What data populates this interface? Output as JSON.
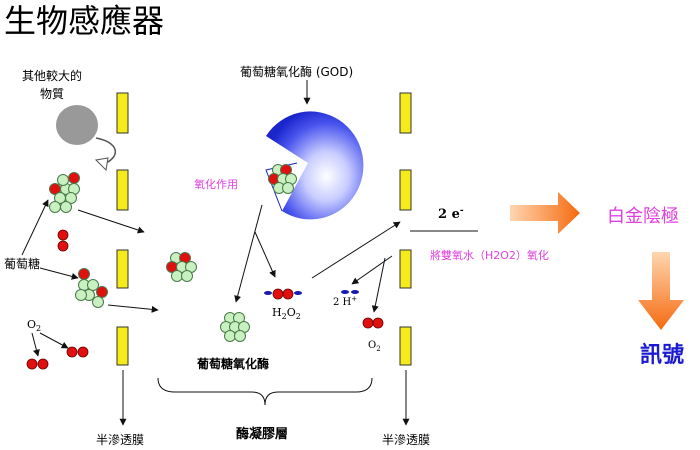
{
  "title": "生物感應器",
  "labels": {
    "larger_substances_line1": "其他較大的",
    "larger_substances_line2": "物質",
    "glucose": "葡萄糖",
    "oxygen": "O",
    "oxygen_sub": "2",
    "enzyme_label": "葡萄糖氧化酶 (GOD)",
    "oxidation": "氧化作用",
    "h2o2_main": "H",
    "h2o2_sub1": "2",
    "h2o2_mid": "O",
    "h2o2_sub2": "2",
    "protons": "2 H",
    "protons_sup": "+",
    "o2_right_main": "O",
    "o2_right_sub": "2",
    "electrons": "2 e",
    "electrons_sup": "-",
    "peroxide_oxidation": "將雙氧水（H2O2）氧化",
    "product_label": "葡萄糖氧化酶",
    "membrane_left": "半滲透膜",
    "membrane_right": "半滲透膜",
    "enzyme_gel_layer": "酶凝膠層",
    "platinum_electrode": "白金陰極",
    "signal": "訊號"
  },
  "colors": {
    "membrane_fill": "#f5ea1a",
    "membrane_stroke": "#333333",
    "atom_red": "#e01010",
    "atom_green": "#c8f0c0",
    "enzyme_blue": "#2233dd",
    "pink_text": "#e040e0",
    "signal_blue": "#1a1ad0",
    "arrow_orange": "#f56a10",
    "proton_blue": "#1a1ab0"
  }
}
